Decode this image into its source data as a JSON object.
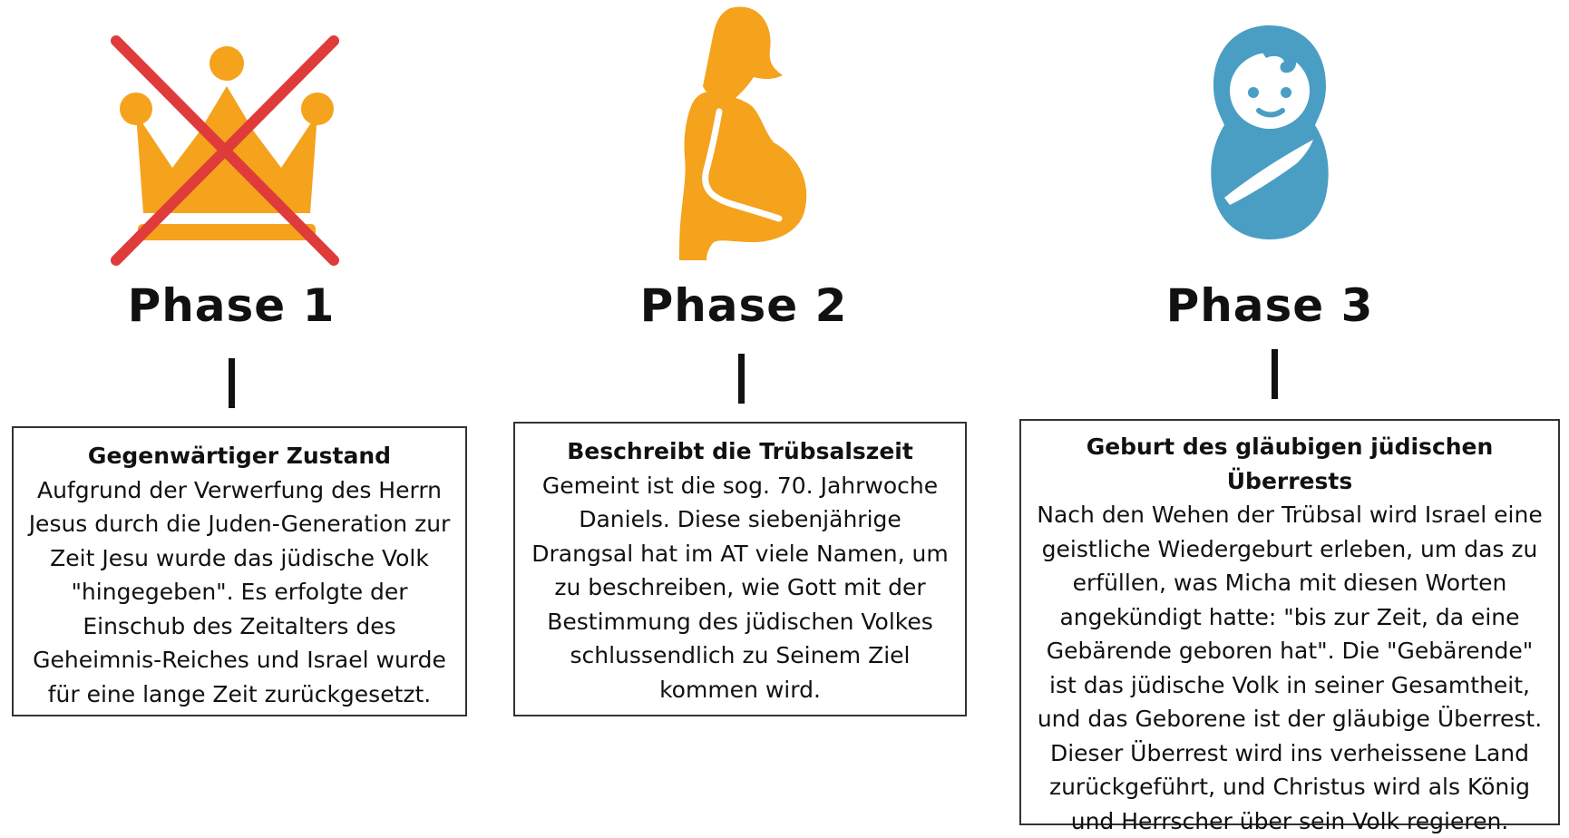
{
  "colors": {
    "crown": "#f5a21c",
    "cross": "#e03b3b",
    "silhouette": "#f5a21c",
    "baby": "#4a9ec3",
    "text": "#111111",
    "box_border": "#333333"
  },
  "phases": [
    {
      "title": "Phase 1",
      "icon": "crossed-out-crown-icon",
      "heading": "Gegenwärtiger Zustand",
      "body": "Aufgrund der Verwerfung des Herrn Jesus durch die Juden-Generation zur Zeit Jesu wurde das jüdische Volk \"hingegeben\". Es erfolgte der Einschub des Zeitalters des Geheimnis-Reiches und Israel wurde für eine lange Zeit zurückgesetzt."
    },
    {
      "title": "Phase 2",
      "icon": "pregnant-woman-icon",
      "heading": "Beschreibt die Trübsalszeit",
      "body": "Gemeint ist die sog. 70. Jahrwoche Daniels. Diese siebenjährige Drangsal hat im AT viele Namen, um zu beschreiben, wie Gott mit der Bestimmung des jüdischen Volkes schlussendlich zu Seinem Ziel kommen wird."
    },
    {
      "title": "Phase 3",
      "icon": "swaddled-baby-icon",
      "heading": "Geburt des gläubigen jüdischen Überrests",
      "body": "Nach den Wehen der Trübsal wird Israel eine geistliche Wiedergeburt erleben, um das zu erfüllen, was Micha mit diesen Worten angekündigt hatte: \"bis zur Zeit, da eine Gebärende geboren hat\". Die \"Gebärende\" ist das jüdische Volk in seiner Gesamtheit, und das Geborene ist der gläubige Überrest. Dieser Überrest wird ins verheissene Land zurückgeführt, und Christus wird als König und Herrscher über sein Volk regieren."
    }
  ]
}
